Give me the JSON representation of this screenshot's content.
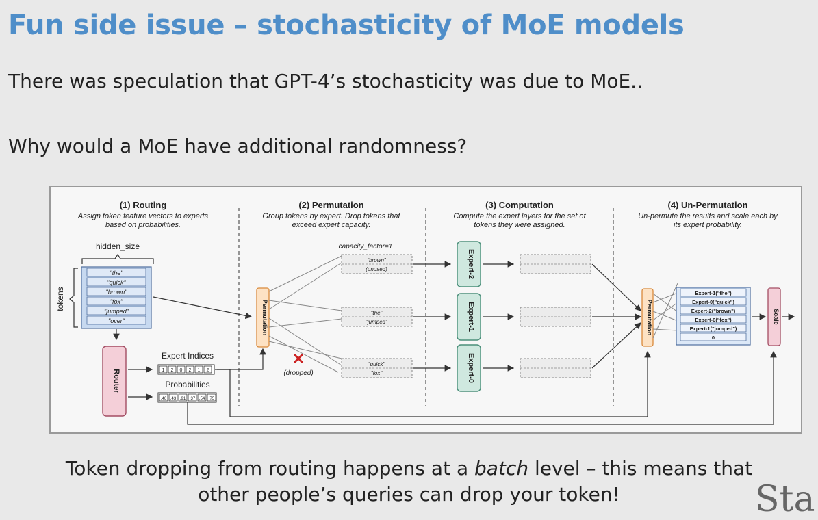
{
  "title": "Fun side issue – stochasticity of MoE models",
  "line1": "There was speculation that GPT-4’s stochasticity was due to MoE..",
  "line2": "Why would a MoE have additional randomness?",
  "bottom": {
    "part1": "Token dropping from routing happens at a ",
    "emph": "batch",
    "part2": " level – this means that",
    "line2": "other people’s queries can drop your token!"
  },
  "corner_text": "Sta",
  "diagram": {
    "sections": [
      {
        "heading": "(1) Routing",
        "desc1": "Assign token feature vectors to experts",
        "desc2": "based on probabilities."
      },
      {
        "heading": "(2) Permutation",
        "desc1": "Group tokens by expert. Drop tokens that",
        "desc2": "exceed expert capacity."
      },
      {
        "heading": "(3) Computation",
        "desc1": "Compute the expert layers for the set of",
        "desc2": "tokens they were assigned."
      },
      {
        "heading": "(4) Un-Permutation",
        "desc1": "Un-permute the results and scale each by",
        "desc2": "its expert probability."
      }
    ],
    "hidden_size_label": "hidden_size",
    "tokens_label": "tokens",
    "tokens": [
      "\"the\"",
      "\"quick\"",
      "\"brown\"",
      "\"fox\"",
      "\"jumped\"",
      "\"over\""
    ],
    "router_label": "Router",
    "expert_indices_label": "Expert Indices",
    "expert_indices": [
      "1",
      "2",
      "0",
      "2",
      "1",
      "2"
    ],
    "probabilities_label": "Probabilities",
    "probabilities": [
      ".46",
      ".43",
      ".91",
      ".37",
      ".54",
      ".75"
    ],
    "permutation_label": "Permutation",
    "capacity_label": "capacity_factor=1",
    "dropped_label": "(dropped)",
    "buffers": [
      {
        "a": "\"brown\"",
        "b": "(unused)"
      },
      {
        "a": "\"the\"",
        "b": "\"jumped\""
      },
      {
        "a": "\"quick\"",
        "b": "\"fox\""
      }
    ],
    "experts": [
      "Expert-2",
      "Expert-1",
      "Expert-0"
    ],
    "outputs": [
      "Expert-1(\"the\")",
      "Expert-0(\"quick\")",
      "Expert-2(\"brown\")",
      "Expert-0(\"fox\")",
      "Expert-1(\"jumped\")",
      "0"
    ],
    "scale_label": "Scale",
    "colors": {
      "title": "#4f8ec9",
      "router": "#f4cfd8",
      "expert": "#cfe8df",
      "permutation": "#fde2c4",
      "output": "#dce8f7",
      "drop": "#cc2222"
    }
  }
}
